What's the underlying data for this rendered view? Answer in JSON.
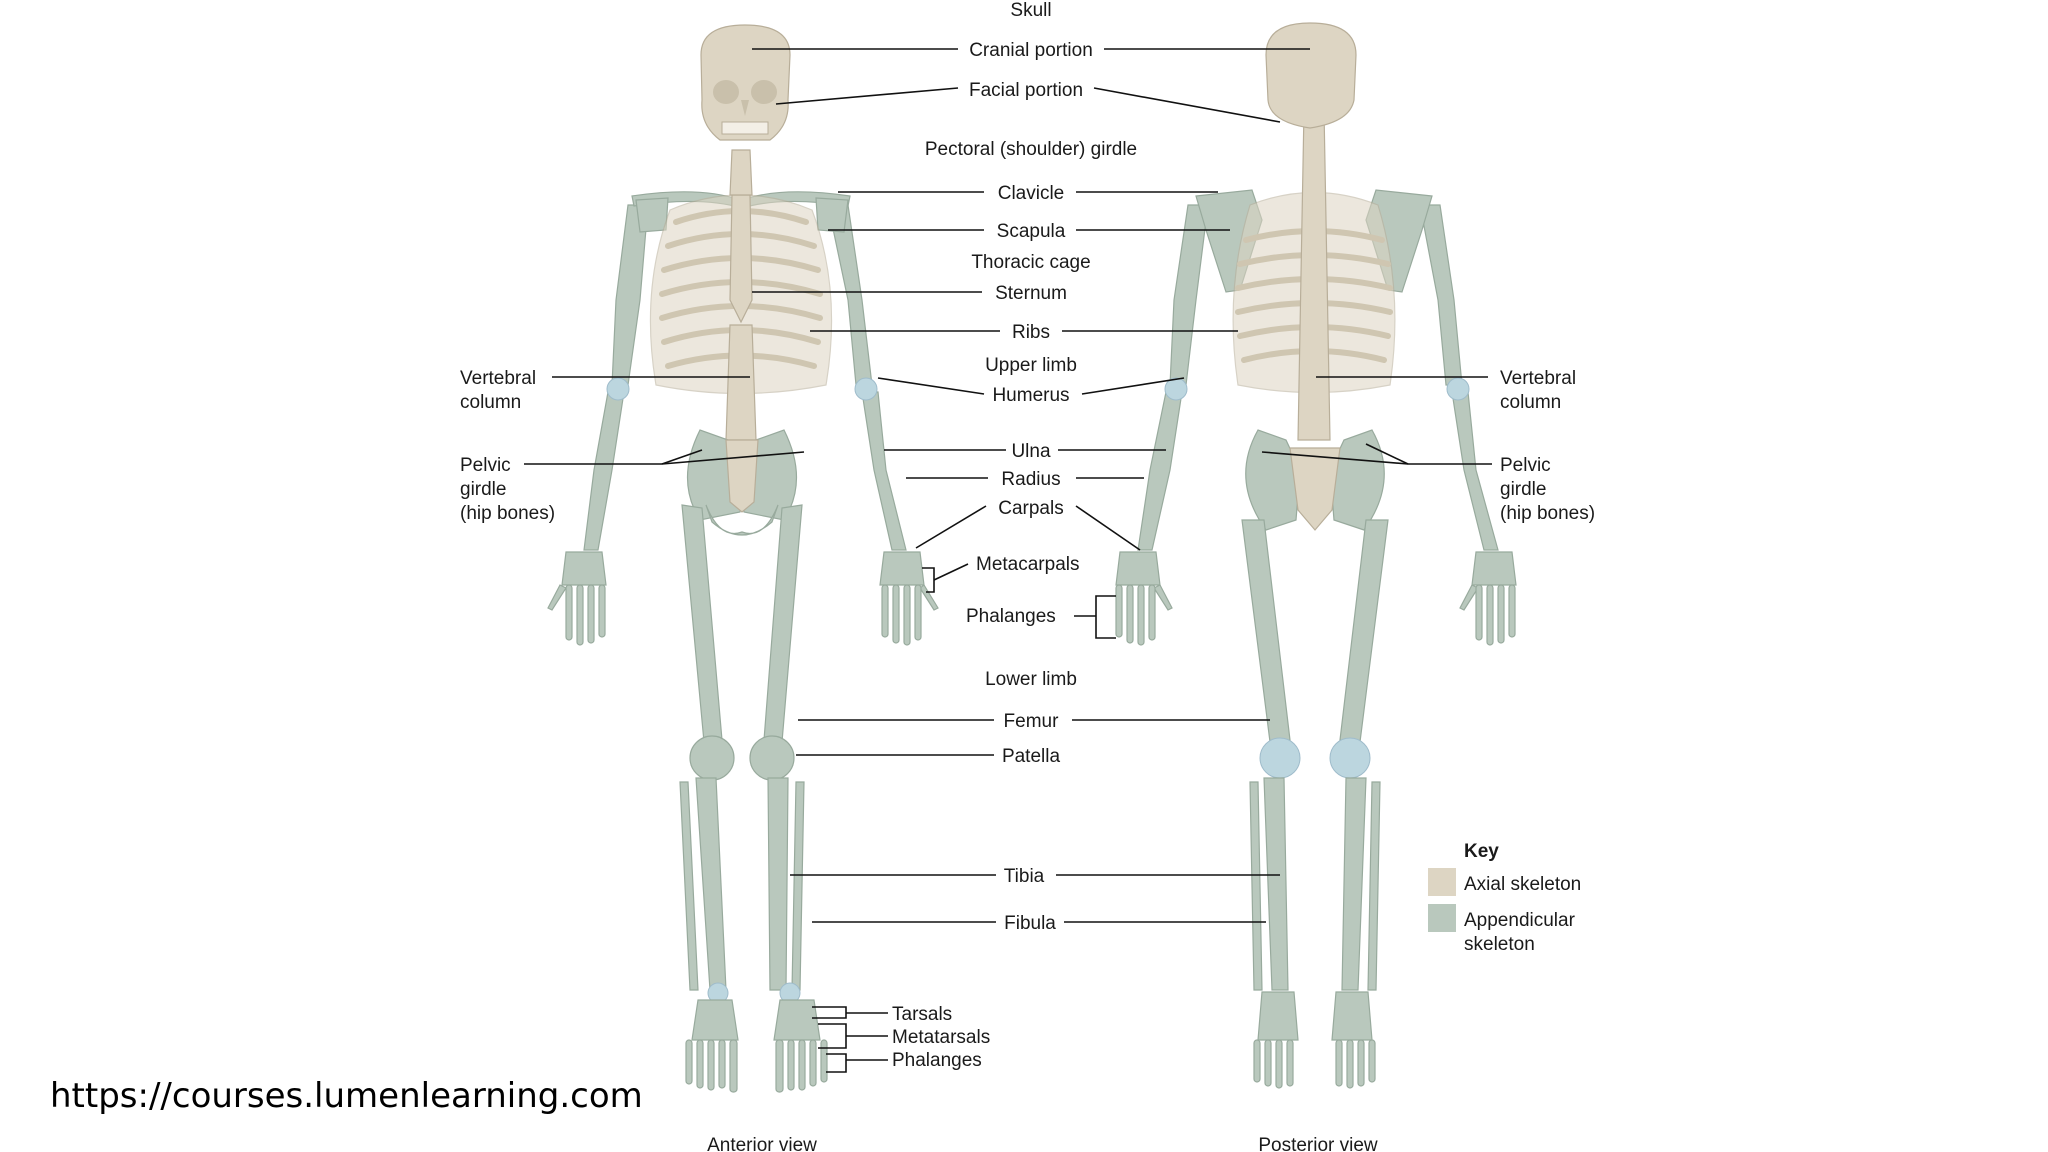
{
  "labels": {
    "skull": "Skull",
    "cranial": "Cranial portion",
    "facial": "Facial portion",
    "pectoral": "Pectoral (shoulder) girdle",
    "clavicle": "Clavicle",
    "scapula": "Scapula",
    "thoracic": "Thoracic cage",
    "sternum": "Sternum",
    "ribs": "Ribs",
    "upper_limb": "Upper limb",
    "humerus": "Humerus",
    "ulna": "Ulna",
    "radius": "Radius",
    "carpals": "Carpals",
    "metacarpals": "Metacarpals",
    "phalanges_hand": "Phalanges",
    "lower_limb": "Lower limb",
    "femur": "Femur",
    "patella": "Patella",
    "tibia": "Tibia",
    "fibula": "Fibula",
    "tarsals": "Tarsals",
    "metatarsals": "Metatarsals",
    "phalanges_foot": "Phalanges",
    "vertebral_left": [
      "Vertebral",
      "column"
    ],
    "vertebral_right": [
      "Vertebral",
      "column"
    ],
    "pelvic_left": [
      "Pelvic",
      "girdle",
      "(hip bones)"
    ],
    "pelvic_right": [
      "Pelvic",
      "girdle",
      "(hip bones)"
    ],
    "anterior_view": "Anterior view",
    "posterior_view": "Posterior view"
  },
  "key": {
    "title": "Key",
    "axial": "Axial skeleton",
    "appendicular": [
      "Appendicular",
      "skeleton"
    ],
    "axial_color": "#ddd5c3",
    "appendicular_color": "#b9c8bd"
  },
  "source_url": "https://courses.lumenlearning.com"
}
